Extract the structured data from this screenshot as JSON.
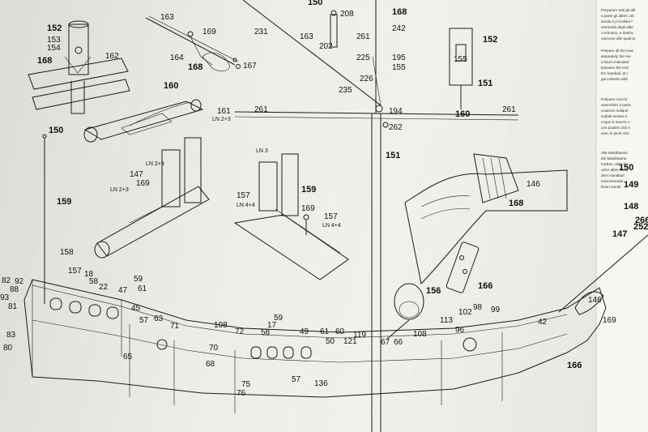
{
  "callouts": {
    "top_left": [
      "152",
      "153",
      "154",
      "168",
      "162"
    ],
    "spar_detail": [
      "163",
      "169",
      "164",
      "168",
      "167"
    ],
    "boom_detail": [
      "160",
      "161",
      "LN 2+3"
    ],
    "bitt_detail_left": [
      "147",
      "169",
      "LN 2+3",
      "LN 2+3"
    ],
    "bitt_detail_right": [
      "157",
      "159",
      "169",
      "157",
      "LN 4+4",
      "LN 4+4",
      "LN 3"
    ],
    "mast_top": [
      "150",
      "208",
      "168",
      "231",
      "163",
      "202",
      "261",
      "242",
      "225",
      "195",
      "155",
      "226",
      "235"
    ],
    "yard": [
      "261",
      "194",
      "262",
      "160",
      "261",
      "151"
    ],
    "top_right": [
      "152",
      "155",
      "151"
    ],
    "chain_plate": [
      "146",
      "168",
      "166"
    ],
    "flag": [
      "150",
      "159",
      "158"
    ],
    "hull_stern": [
      "92",
      "157",
      "18",
      "58",
      "22",
      "47",
      "59",
      "61",
      "45",
      "82",
      "88",
      "93",
      "81",
      "83",
      "80"
    ],
    "hull_mid": [
      "57",
      "63",
      "65",
      "71",
      "108",
      "72",
      "70",
      "68",
      "75",
      "76",
      "59",
      "58",
      "17",
      "49",
      "61",
      "60",
      "50",
      "121",
      "119",
      "57",
      "136",
      "67",
      "66",
      "156"
    ],
    "hull_bow": [
      "108",
      "113",
      "102",
      "98",
      "99",
      "96",
      "42",
      "169",
      "166",
      "146"
    ],
    "right_column": [
      "150",
      "149",
      "148",
      "266",
      "252",
      "147"
    ]
  },
  "instructions": {
    "italian": [
      "Preparare tutti gli alb",
      "a parte gli alberi, alc",
      "tavola A) incollare l'",
      "estremità degli albe",
      "corrimano, e destra",
      "cannone alle quali ta"
    ],
    "english": [
      "Prepare all the mas",
      "separately the ma",
      "colours indicated",
      "between the end",
      "the handrail, at t",
      "gun-wheels with"
    ],
    "french": [
      "Préparer tous le",
      "assembler à parte",
      "couleurs indiqué",
      "subtile tendue e",
      "coque à travers u",
      "Les poulies 153 s",
      "avec le pivot 154"
    ],
    "german": [
      "Alle Mastbäume",
      "die Mastbäume",
      "Farben, alles la",
      "unter allen Ende",
      "dem Handlauf",
      "Kanonenräde",
      "fixiert werde"
    ]
  }
}
